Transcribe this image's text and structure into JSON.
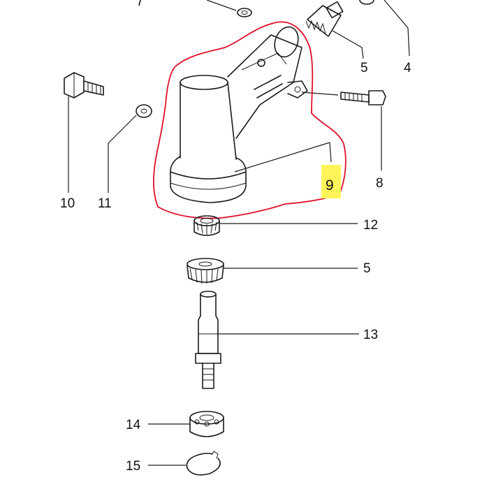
{
  "diagram": {
    "labels": {
      "p7": "7",
      "p5a": "5",
      "p4": "4",
      "p10": "10",
      "p11": "11",
      "p8": "8",
      "p9": "9",
      "p12": "12",
      "p5b": "5",
      "p13": "13",
      "p14": "14",
      "p15": "15"
    },
    "highlight": {
      "outline_color": "#e0102a",
      "marker_color": "#fff55a",
      "highlighted_part": "9"
    }
  }
}
